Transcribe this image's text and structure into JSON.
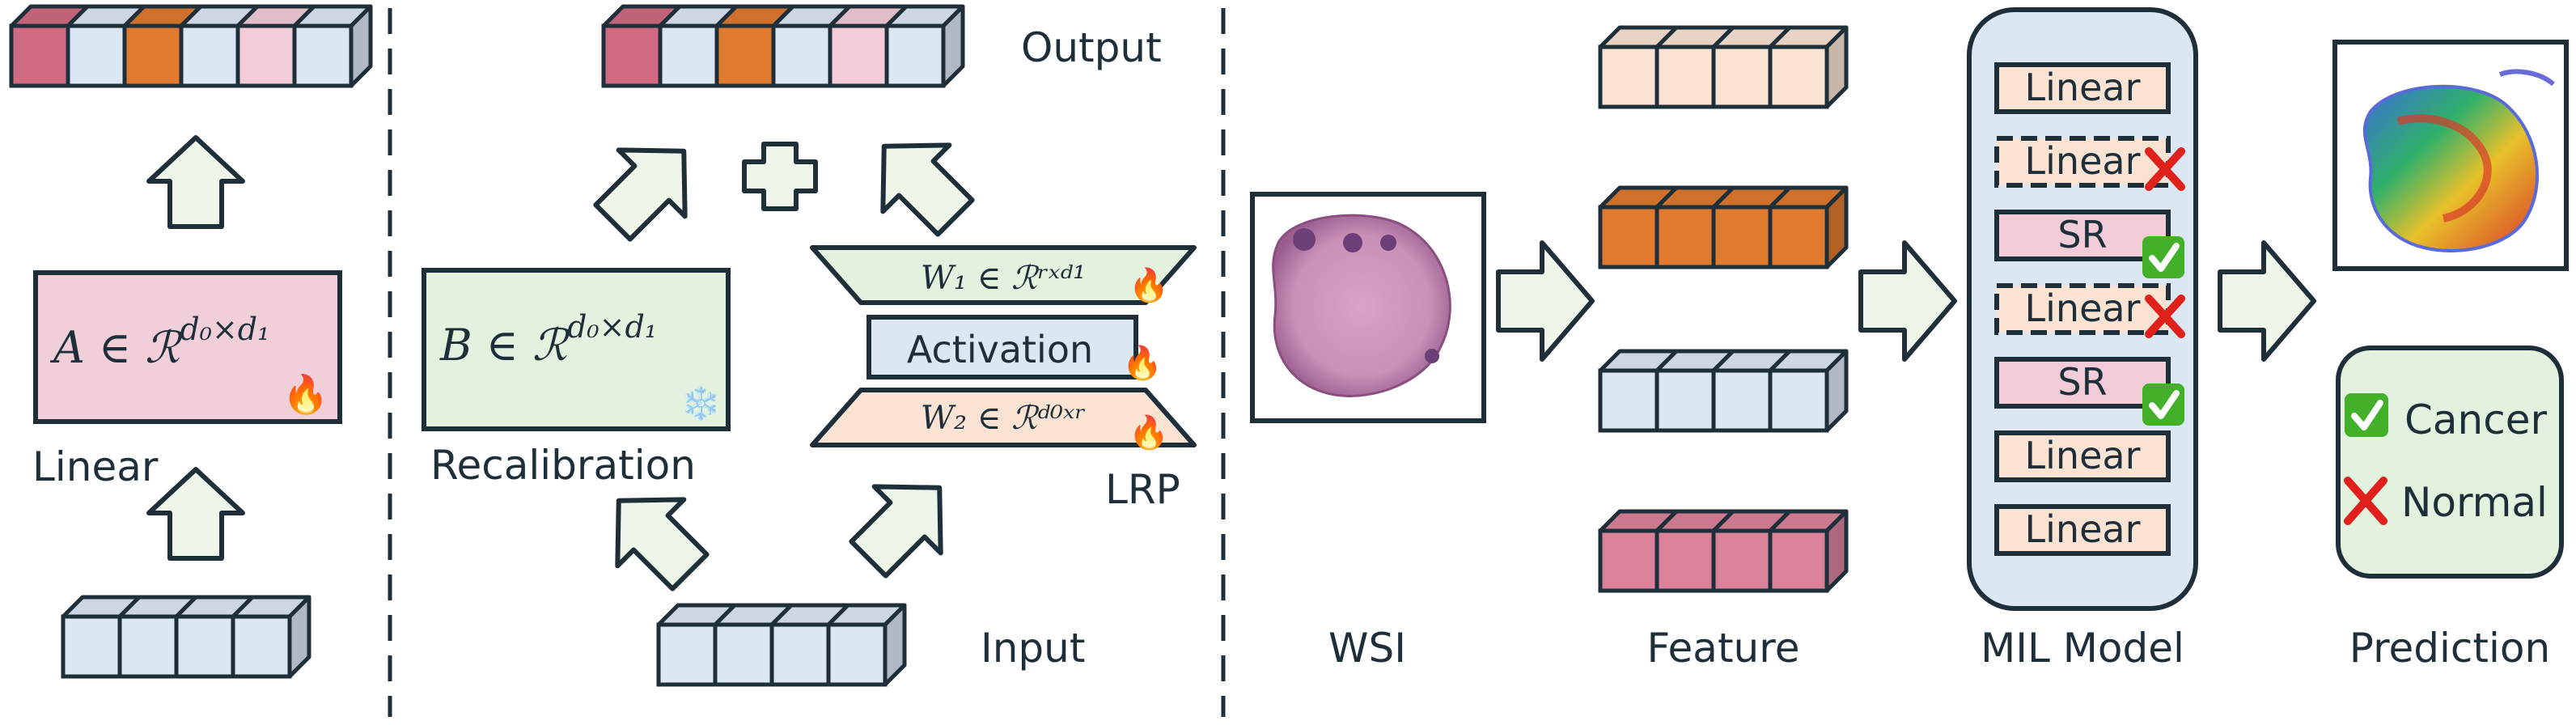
{
  "labels": {
    "linear": "Linear",
    "recalibration": "Recalibration",
    "lrp": "LRP",
    "output": "Output",
    "input": "Input",
    "wsi": "WSI",
    "feature": "Feature",
    "mil_model": "MIL Model",
    "prediction": "Prediction"
  },
  "math": {
    "a_base": "A ∈ ℛ",
    "a_sup": "d₀×d₁",
    "b_base": "B ∈ ℛ",
    "b_sup": "d₀×d₁",
    "w1": "W₁ ∈ ℛʳˣᵈ¹",
    "w2": "W₂ ∈ ℛᵈ⁰ˣʳ"
  },
  "lrp_block": {
    "activation": "Activation"
  },
  "mil_layers": [
    {
      "label": "Linear",
      "state": "normal"
    },
    {
      "label": "Linear",
      "state": "removed"
    },
    {
      "label": "SR",
      "state": "added"
    },
    {
      "label": "Linear",
      "state": "removed"
    },
    {
      "label": "SR",
      "state": "added"
    },
    {
      "label": "Linear",
      "state": "normal"
    },
    {
      "label": "Linear",
      "state": "normal"
    }
  ],
  "prediction_legend": [
    {
      "label": "Cancer",
      "icon": "check-icon"
    },
    {
      "label": "Normal",
      "icon": "cross-icon"
    }
  ],
  "icons": {
    "trainable": "fire-icon",
    "frozen": "snowflake-icon"
  },
  "colors": {
    "pink": "#e8bfc8",
    "deep_pink": "#d06b83",
    "orange": "#e07a2e",
    "light_blue": "#dce7f4",
    "peach": "#fae3d3",
    "mint": "#e3f1df",
    "arrow_fill": "#eef6ea",
    "mil_bg": "#dce7f4",
    "check_green": "#43b02a",
    "cross_red": "#e0201b",
    "outline": "#1f2f3a"
  },
  "cube_strips": {
    "output_left": [
      "#d06b83",
      "#dce7f4",
      "#e07a2e",
      "#dce7f4",
      "#f2ccd6",
      "#dce7f4"
    ],
    "output_mid": [
      "#d06b83",
      "#dce7f4",
      "#e07a2e",
      "#dce7f4",
      "#f2ccd6",
      "#dce7f4"
    ],
    "input_left": [
      "#dce7f4",
      "#dce7f4",
      "#dce7f4",
      "#dce7f4"
    ],
    "input_mid": [
      "#dce7f4",
      "#dce7f4",
      "#dce7f4",
      "#dce7f4"
    ],
    "feature_1": [
      "#fae3d3",
      "#fae3d3",
      "#fae3d3",
      "#fae3d3"
    ],
    "feature_2": [
      "#e07a2e",
      "#e07a2e",
      "#e07a2e",
      "#e07a2e"
    ],
    "feature_3": [
      "#dce7f4",
      "#dce7f4",
      "#dce7f4",
      "#dce7f4"
    ],
    "feature_4": [
      "#d9829a",
      "#d9829a",
      "#d9829a",
      "#d9829a"
    ]
  }
}
